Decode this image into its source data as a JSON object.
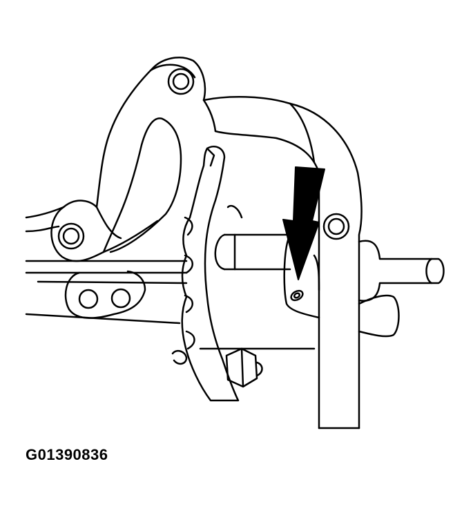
{
  "figure": {
    "caption_id": "G01390836",
    "subject": "timing chain sprocket / camshaft area with oil jet hole",
    "arrow_target": "oil hole on sleeve",
    "colors": {
      "line": "#000000",
      "background": "#ffffff"
    }
  }
}
